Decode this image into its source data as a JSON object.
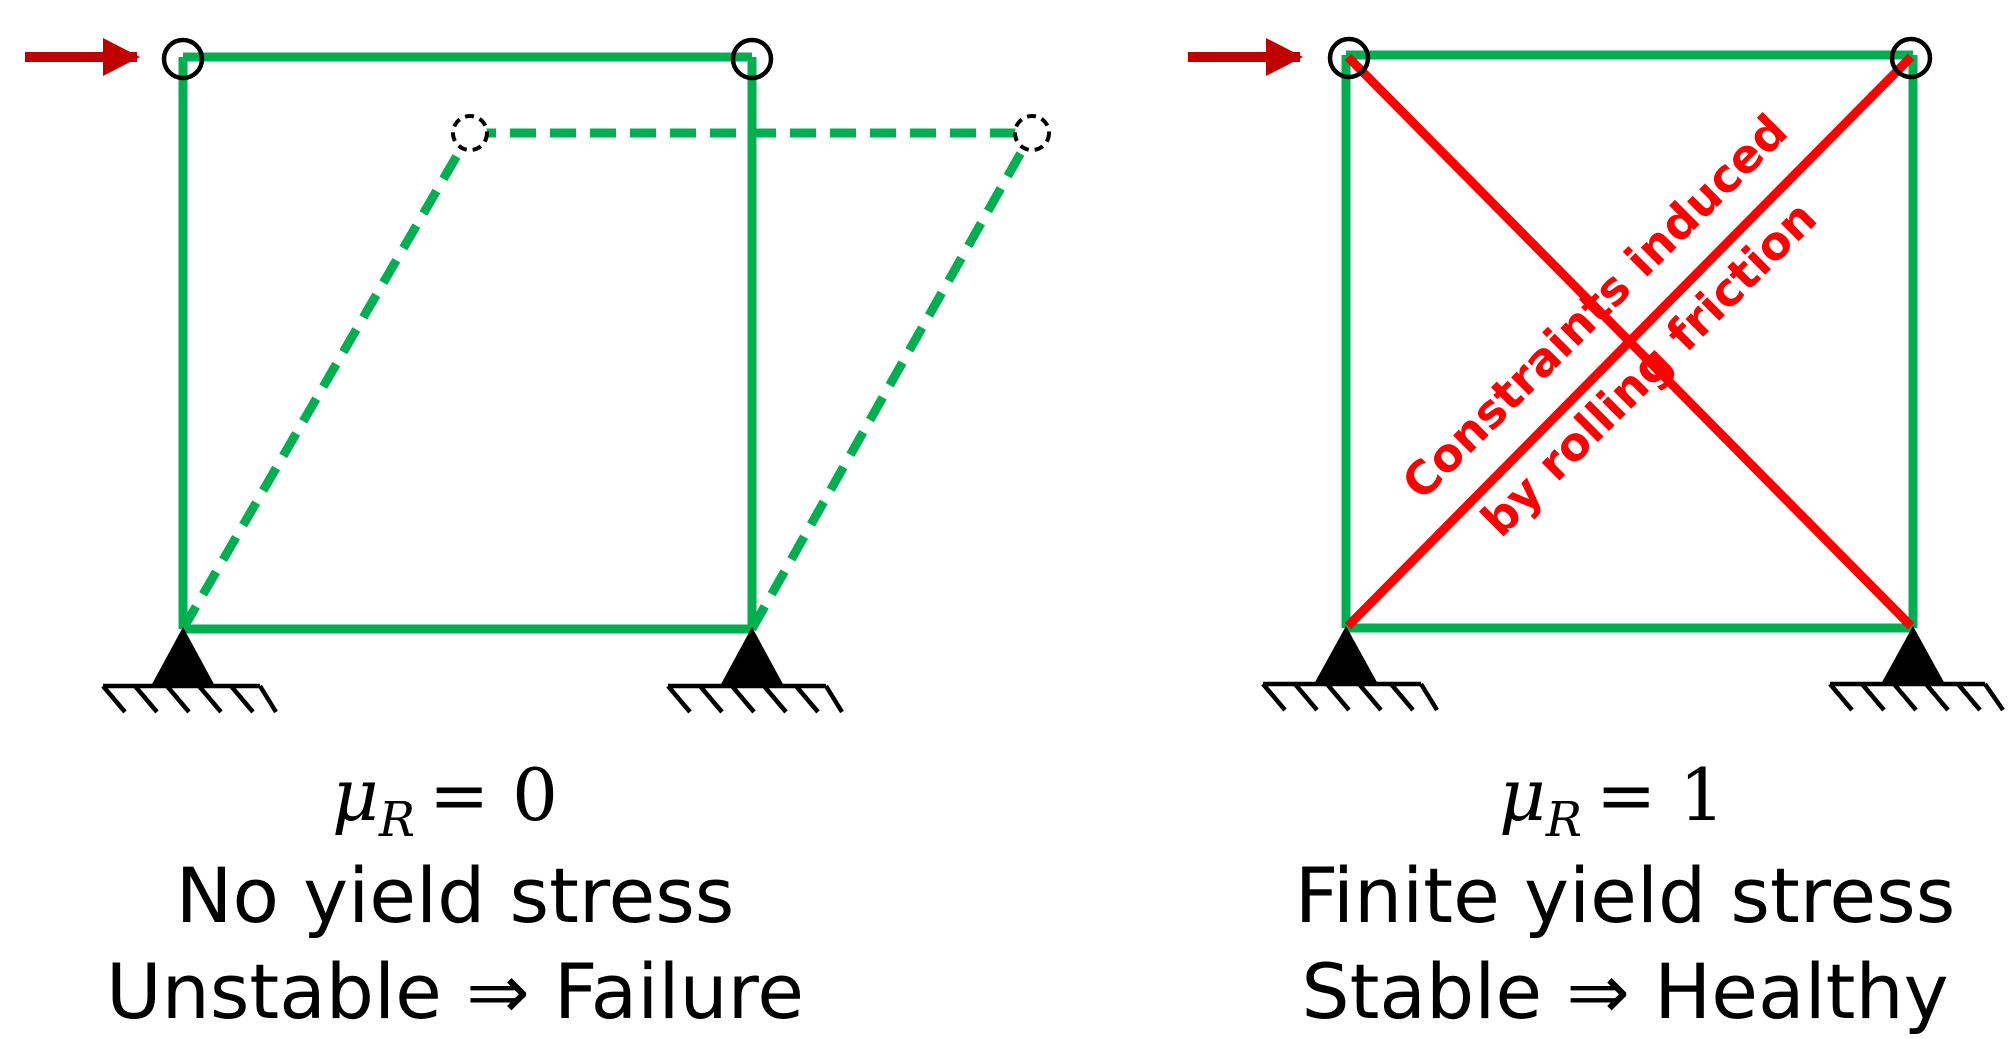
{
  "colors": {
    "member": "#00b050",
    "constraint": "#ff0000",
    "force_arrow": "#c00000",
    "hinge": "#000000",
    "support": "#000000"
  },
  "left_panel": {
    "mu_symbol": "μ",
    "mu_subscript": "R",
    "mu_value": "= 0",
    "line1": "No yield stress",
    "line2": "Unstable ⇒ Failure"
  },
  "right_panel": {
    "mu_symbol": "μ",
    "mu_subscript": "R",
    "mu_value": "= 1",
    "line1": "Finite yield stress",
    "line2": "Stable ⇒ Healthy",
    "annotation_line1": "Constraints induced",
    "annotation_line2": "by rolling friction"
  }
}
